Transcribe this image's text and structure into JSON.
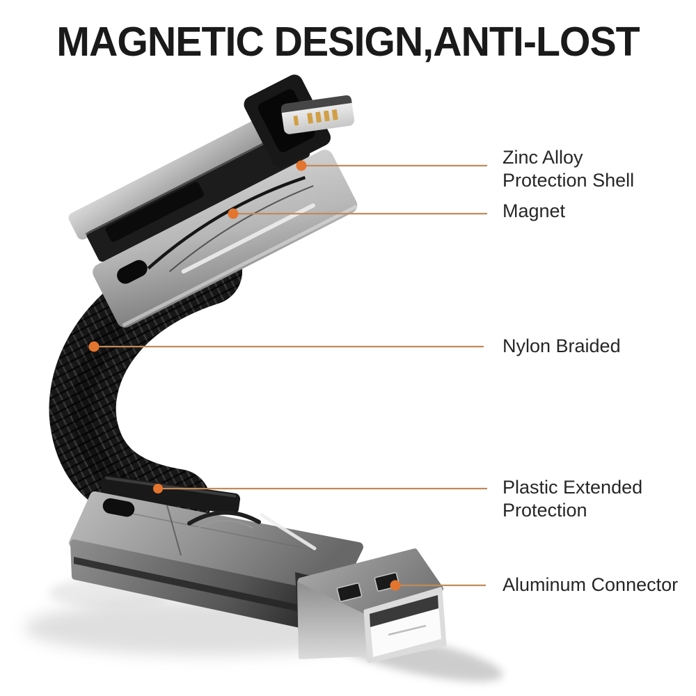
{
  "title": "MAGNETIC DESIGN,ANTI-LOST",
  "colors": {
    "background": "#ffffff",
    "title": "#1a1a1a",
    "label": "#262626",
    "callout_line": "#c08a5a",
    "callout_dot": "#e4752e"
  },
  "callouts": [
    {
      "id": "zinc-alloy-protection-shell",
      "lines": [
        "Zinc Alloy",
        "Protection Shell"
      ]
    },
    {
      "id": "magnet",
      "lines": [
        "Magnet"
      ]
    },
    {
      "id": "nylon-braided",
      "lines": [
        "Nylon Braided"
      ]
    },
    {
      "id": "plastic-extended-protection",
      "lines": [
        "Plastic Extended",
        "Protection"
      ]
    },
    {
      "id": "aluminum-connector",
      "lines": [
        "Aluminum Connector"
      ]
    }
  ]
}
